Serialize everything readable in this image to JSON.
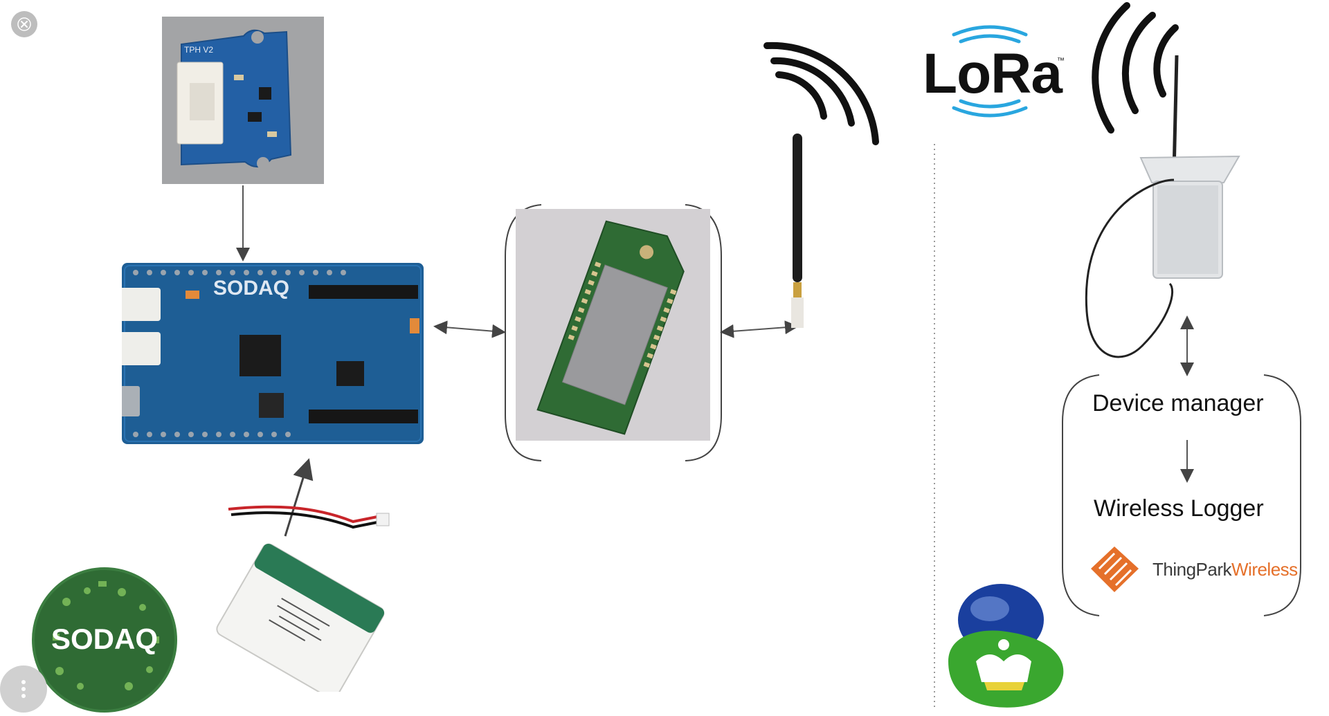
{
  "diagram": {
    "sensor": {
      "board_label": "TPH V2"
    },
    "main_board": {
      "brand": "SODAQ"
    },
    "lora": {
      "logo_text": "LoRa",
      "trademark": "™"
    },
    "server": {
      "device_manager": "Device manager",
      "wireless_logger": "Wireless Logger",
      "thingpark_brand": "ThingPark",
      "thingpark_suffix": "Wireless"
    },
    "sodaq_logo_text": "SODAQ"
  },
  "colors": {
    "board_blue": "#1e5e95",
    "pcb_green": "#2f6b34",
    "lora_blue": "#29a6df",
    "thingpark_orange": "#e5702a",
    "kpn_blue": "#1a3f9e",
    "kpn_green": "#3aa72f"
  },
  "icons": {
    "close": "close-icon",
    "more": "more-vertical-icon"
  }
}
